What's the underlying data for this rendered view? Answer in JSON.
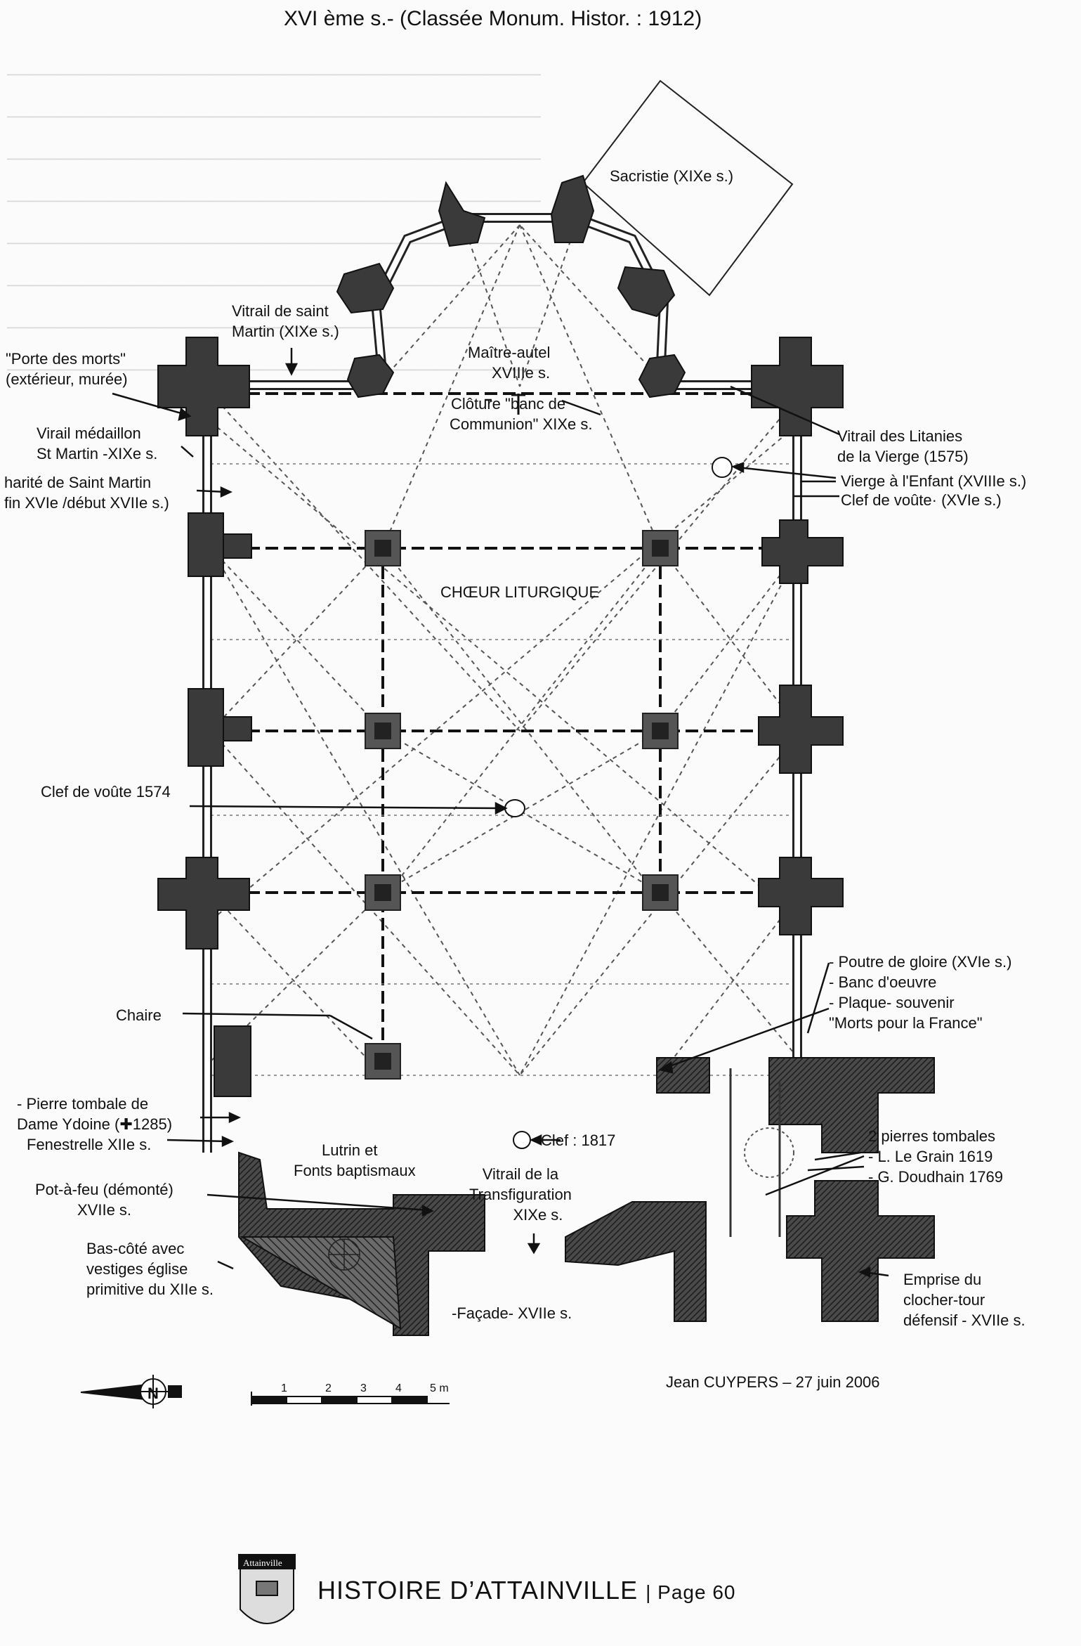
{
  "header": {
    "title": "XVI ème s.- (Classée Monum. Histor. : 1912)"
  },
  "labels": {
    "sacristie": "Sacristie  (XIXe s.)",
    "vitrail_saint_martin": [
      "Vitrail de saint",
      "Martin (XIXe s.)"
    ],
    "porte_des_morts": [
      "\"Porte des morts\"",
      "(extérieur, murée)"
    ],
    "maitre_autel": [
      "Maître-autel",
      "XVIIIe s."
    ],
    "cloture": [
      "Clôture \"banc de",
      "Communion\" XIXe s."
    ],
    "virail_medaillon": [
      "Virail médaillon",
      "St Martin -XIXe s."
    ],
    "charite": [
      "harité de Saint Martin",
      "fin XVIe /début XVIIe s.)"
    ],
    "vitrail_litanies": [
      "Vitrail des Litanies",
      "de la Vierge (1575)"
    ],
    "vierge_enfant": "Vierge à l'Enfant (XVIIIe s.)",
    "clef_voute_xvi": "Clef de voûte· (XVIe s.)",
    "choeur": "CHŒUR LITURGIQUE",
    "clef_1574": "Clef de voûte 1574",
    "poutre": [
      "- Poutre de gloire (XVIe s.)",
      "- Banc d'oeuvre",
      "- Plaque- souvenir",
      "  \"Morts pour la France\""
    ],
    "chaire": "Chaire",
    "pierre_tombale": [
      "- Pierre tombale de",
      "Dame Ydoine (✚1285)",
      "Fenestrelle XIIe s."
    ],
    "lutrin": [
      "Lutrin et",
      "Fonts baptismaux"
    ],
    "clef_1817": "Clef : 1817",
    "pierres_tombales": [
      "2 pierres tombales",
      "- L. Le Grain   1619",
      "- G. Doudhain 1769"
    ],
    "vitrail_transfiguration": [
      "Vitrail de la",
      "Transfiguration",
      "XIXe s."
    ],
    "pot_a_feu": [
      "Pot-à-feu (démonté)",
      "XVIIe s."
    ],
    "bas_cote": [
      "Bas-côté avec",
      "vestiges  église",
      "primitive du XIIe s."
    ],
    "facade": "-Façade- XVIIe s.",
    "clocher": [
      "Emprise du",
      "clocher-tour",
      "défensif - XVIIe s."
    ],
    "compass_letter": "N"
  },
  "scale_bar": {
    "ticks": [
      "1",
      "2",
      "3",
      "4",
      "5 m"
    ]
  },
  "credit": "Jean CUYPERS – 27 juin 2006",
  "footer": {
    "title": "HISTOIRE D’ATTAINVILLE",
    "page": "| Page 60",
    "logo_text": "Attainville"
  },
  "colors": {
    "wall": "#3a3a3a",
    "ink": "#111111",
    "bleed_text": "#d6d6d6",
    "paper": "#fbfbfb"
  }
}
